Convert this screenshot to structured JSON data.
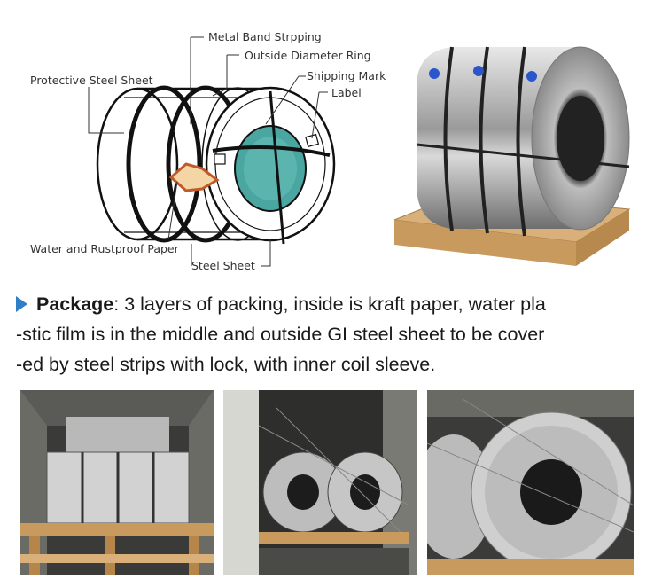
{
  "diagram": {
    "callouts": {
      "metal_band": "Metal Band Strpping",
      "outside_ring": "Outside Diameter Ring",
      "shipping_mark": "Shipping Mark",
      "label": "Label",
      "protective_sheet": "Protective Steel Sheet",
      "water_paper": "Water and Rustproof Paper",
      "steel_sheet": "Steel Sheet"
    }
  },
  "package": {
    "label": "Package",
    "line1": ": 3 layers of packing, inside is kraft paper, water pla",
    "line2": "-stic film is in the middle and outside GI steel sheet to be cover",
    "line3": "-ed by steel strips with lock, with inner coil sleeve."
  },
  "colors": {
    "accent_arrow": "#2f7fc7",
    "coil_center": "#4aa6a0",
    "pallet": "#d9b07a",
    "band_clip": "#2a56c9"
  }
}
